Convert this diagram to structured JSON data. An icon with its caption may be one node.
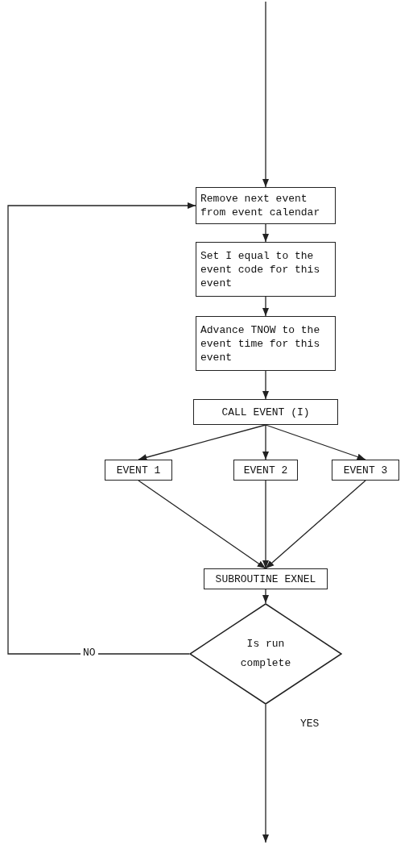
{
  "diagram": {
    "nodes": [
      {
        "text": [
          "Remove next event from event calendar"
        ]
      },
      {
        "text": [
          "Set I equal to the event code for this event"
        ]
      },
      {
        "text": [
          "Advance TNOW to the event time for this event"
        ]
      },
      {
        "text": [
          "CALL EVENT (I)"
        ]
      },
      {
        "text": [
          "EVENT 1"
        ]
      },
      {
        "text": [
          "EVENT 2"
        ]
      },
      {
        "text": [
          "EVENT 3"
        ]
      },
      {
        "text": [
          "SUBROUTINE EXNEL"
        ]
      },
      {
        "text": [
          "Is run complete"
        ]
      }
    ],
    "edges": [
      {
        "from": null,
        "to": 0,
        "arrow": "to"
      },
      {
        "from": 0,
        "to": 1,
        "arrow": "to"
      },
      {
        "from": 1,
        "to": 2,
        "arrow": "to"
      },
      {
        "from": 2,
        "to": 3,
        "arrow": "to"
      },
      {
        "from": 3,
        "to": 4,
        "arrow": "to"
      },
      {
        "from": 3,
        "to": 5,
        "arrow": "to"
      },
      {
        "from": 3,
        "to": 6,
        "arrow": "to"
      },
      {
        "from": 4,
        "to": 7,
        "arrow": "to"
      },
      {
        "from": 5,
        "to": 7,
        "arrow": "to"
      },
      {
        "from": 6,
        "to": 7,
        "arrow": "to"
      },
      {
        "from": 7,
        "to": 8,
        "arrow": "to"
      },
      {
        "from": 8,
        "to": 0,
        "arrow": "to",
        "label": "NO"
      },
      {
        "from": 8,
        "to": null,
        "arrow": "to",
        "label": "YES"
      }
    ]
  }
}
